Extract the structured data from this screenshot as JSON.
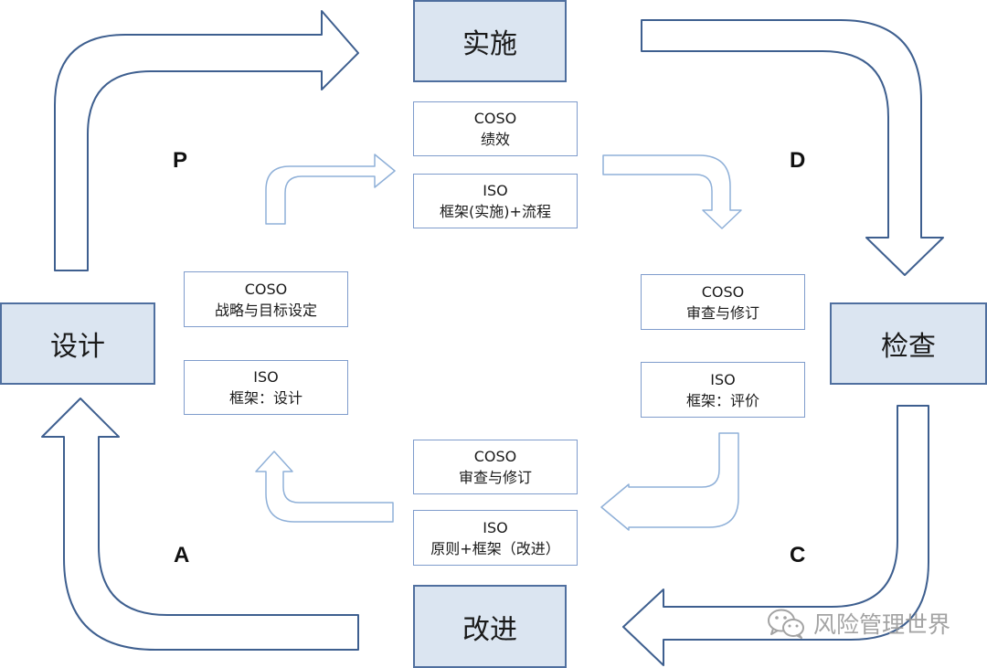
{
  "phases": {
    "plan": "设计",
    "do": "实施",
    "check": "检查",
    "act": "改进"
  },
  "letters": {
    "p": "P",
    "d": "D",
    "c": "C",
    "a": "A"
  },
  "boxes": {
    "coso_strategy": {
      "title": "COSO",
      "text": "战略与目标设定"
    },
    "iso_design": {
      "title": "ISO",
      "text": "框架：设计"
    },
    "coso_performance": {
      "title": "COSO",
      "text": "绩效"
    },
    "iso_implement": {
      "title": "ISO",
      "text": "框架(实施)+流程"
    },
    "coso_review_right": {
      "title": "COSO",
      "text": "审查与修订"
    },
    "iso_evaluate": {
      "title": "ISO",
      "text": "框架：评价"
    },
    "coso_review_bottom": {
      "title": "COSO",
      "text": "审查与修订"
    },
    "iso_improve": {
      "title": "ISO",
      "text": "原则+框架（改进）"
    }
  },
  "watermark": {
    "text": "风险管理世界",
    "icon": "wechat-icon"
  },
  "colors": {
    "phase_fill": "#dbe5f1",
    "phase_border": "#4f6f9f",
    "arrow_outer": "#3e5f8f",
    "arrow_inner": "#8fb0d8"
  }
}
